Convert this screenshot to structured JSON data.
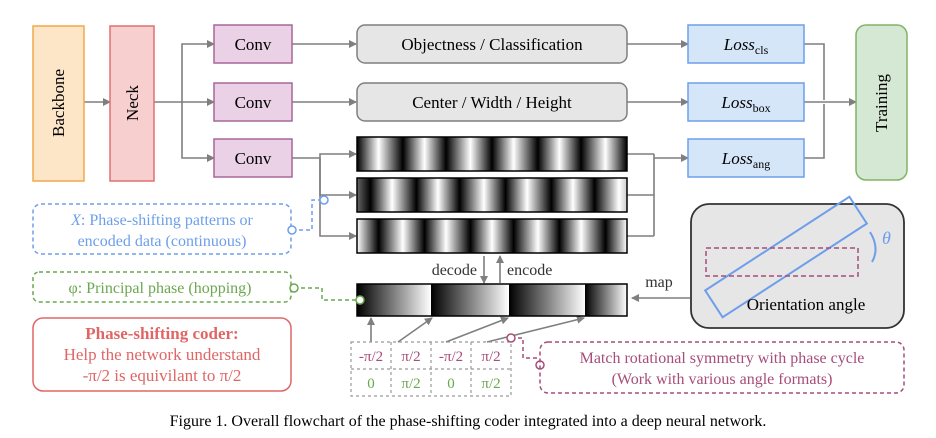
{
  "blocks": {
    "backbone": "Backbone",
    "neck": "Neck",
    "conv1": "Conv",
    "conv2": "Conv",
    "conv3": "Conv",
    "objectness": "Objectness / Classification",
    "center": "Center / Width / Height",
    "loss_cls_main": "Loss",
    "loss_cls_sub": "cls",
    "loss_box_main": "Loss",
    "loss_box_sub": "box",
    "loss_ang_main": "Loss",
    "loss_ang_sub": "ang",
    "training": "Training"
  },
  "labels": {
    "decode": "decode",
    "encode": "encode",
    "map": "map",
    "orientation": "Orientation angle",
    "theta": "θ"
  },
  "notes": {
    "x_symbol": "X",
    "x_line1": ": Phase-shifting patterns or",
    "x_line2": "encoded data (continuous)",
    "phi": "φ: Principal phase (hopping)",
    "coder_title": "Phase-shifting coder:",
    "coder_line1": "Help the network understand",
    "coder_line2": "-π/2 is equivilant to π/2",
    "symmetry_line1": "Match rotational symmetry with phase cycle",
    "symmetry_line2": "(Work with various angle formats)"
  },
  "phase_table": {
    "top": [
      "-π/2",
      "π/2",
      "-π/2",
      "π/2"
    ],
    "bottom": [
      "0",
      "π/2",
      "0",
      "π/2"
    ]
  },
  "caption": "Figure 1. Overall flowchart of the phase-shifting coder integrated into a deep neural network.",
  "colors": {
    "backbone_fill": "#fde6c8",
    "backbone_stroke": "#f0a94a",
    "neck_fill": "#f7cfcf",
    "neck_stroke": "#e07070",
    "conv_fill": "#ead1e6",
    "conv_stroke": "#a9669a",
    "gray_fill": "#e6e6e6",
    "gray_stroke": "#7f7f7f",
    "loss_fill": "#d6e6f9",
    "loss_stroke": "#6d9eeb",
    "training_fill": "#d5e8d4",
    "training_stroke": "#82b366",
    "blue_note": "#6d9eeb",
    "green_note": "#6aa84f",
    "red_note": "#e06666",
    "purple_note": "#a64d79",
    "arrow": "#808080"
  }
}
